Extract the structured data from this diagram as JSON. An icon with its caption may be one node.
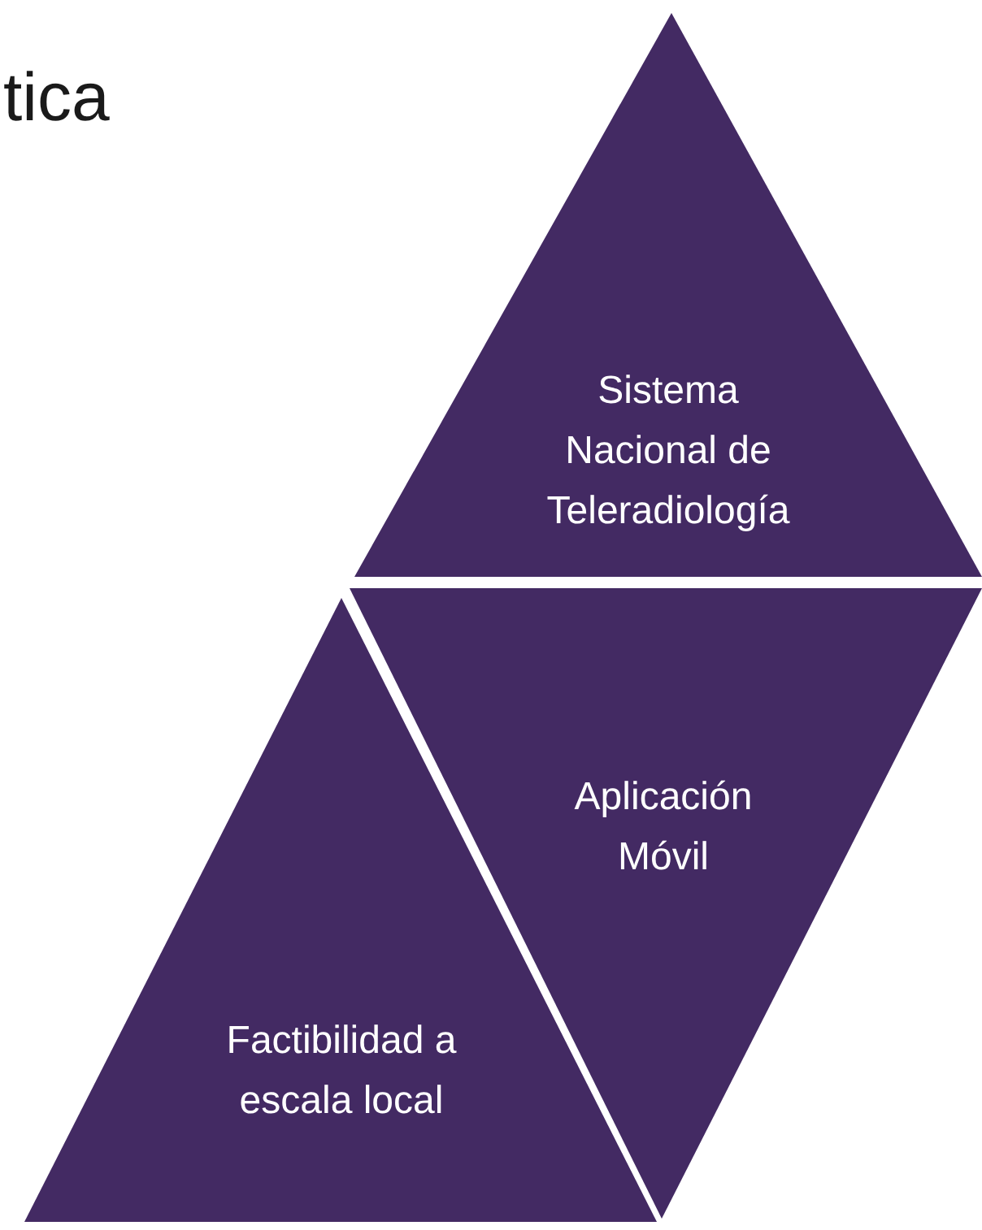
{
  "diagram": {
    "title": "tica",
    "nodes": [
      {
        "text": [
          "Sistema Nacional de Teleradiología"
        ]
      },
      {
        "text": [
          "Aplicación Móvil"
        ]
      },
      {
        "text": [
          "Factibilidad a escala local"
        ]
      }
    ]
  }
}
